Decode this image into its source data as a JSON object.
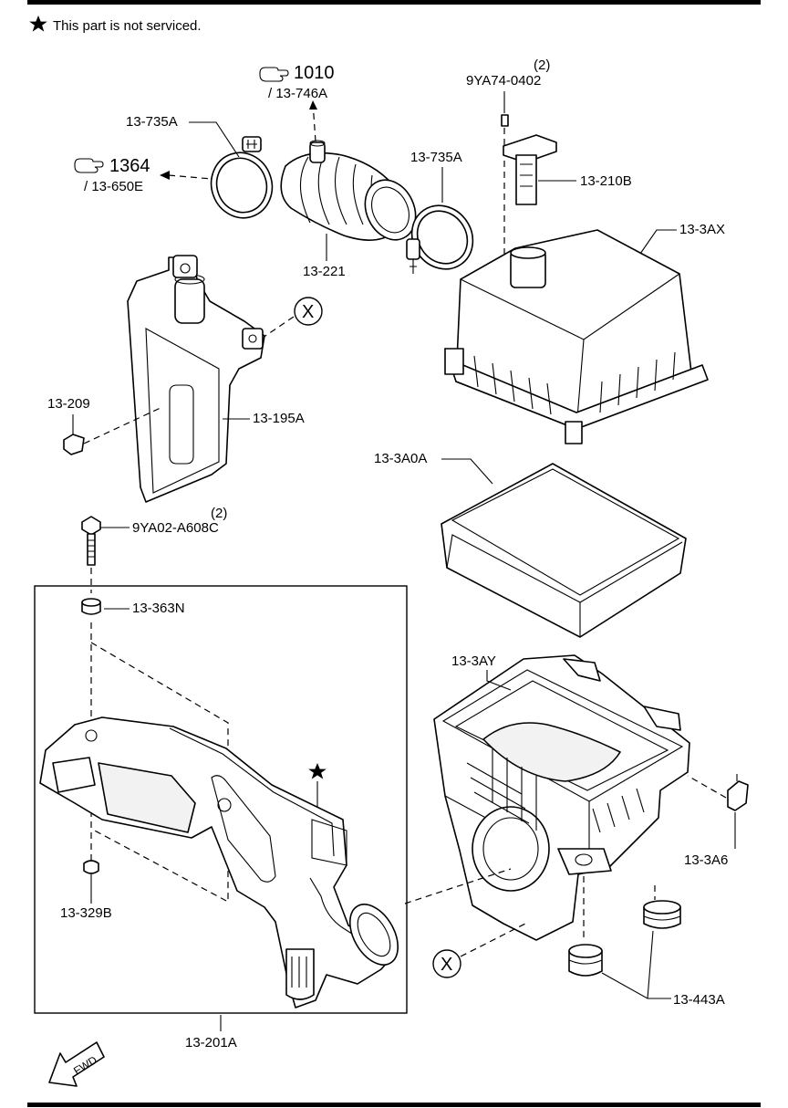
{
  "legend": {
    "icon": "star-icon",
    "text": "This part is not serviced."
  },
  "refs": {
    "ref1": {
      "icon": "pointing-hand-icon",
      "number": "1010",
      "sub": "/ 13-746A"
    },
    "ref2": {
      "icon": "pointing-hand-icon",
      "number": "1364",
      "sub": "/ 13-650E"
    }
  },
  "parts": {
    "p13_735A_left": "13-735A",
    "p13_735A_right": "13-735A",
    "p9YA74_qty": "(2)",
    "p9YA74": "9YA74-0402",
    "p13_210B": "13-210B",
    "p13_221": "13-221",
    "p13_3AX": "13-3AX",
    "x_top": "X",
    "p13_209": "13-209",
    "p13_195A": "13-195A",
    "p13_3A0A": "13-3A0A",
    "p9YA02_qty": "(2)",
    "p9YA02": "9YA02-A608C",
    "p13_363N": "13-363N",
    "p13_3AY": "13-3AY",
    "p13_3A6": "13-3A6",
    "p13_329B": "13-329B",
    "x_bottom": "X",
    "p13_443A": "13-443A",
    "p13_201A": "13-201A"
  },
  "fwd": {
    "text": "FWD",
    "icon": "fwd-arrow-icon"
  }
}
